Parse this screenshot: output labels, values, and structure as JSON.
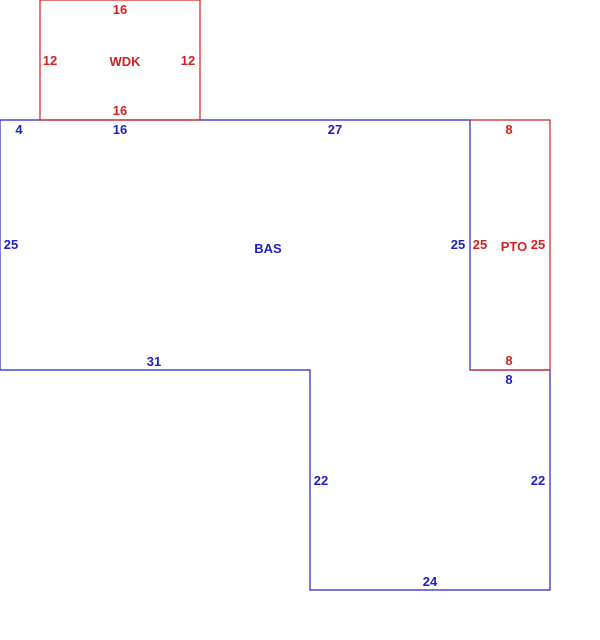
{
  "colors": {
    "base": "#2323c8",
    "addon": "#d42020",
    "background": "#ffffff"
  },
  "areas": {
    "bas": {
      "code": "BAS",
      "dims": {
        "top_left": "4",
        "top_mid": "16",
        "top_right": "27",
        "left": "25",
        "right_inner": "25",
        "mid_bottom": "31",
        "notch_left": "22",
        "notch_right": "22",
        "bottom": "24",
        "step": "8"
      }
    },
    "wdk": {
      "code": "WDK",
      "dims": {
        "top": "16",
        "left": "12",
        "right": "12",
        "bottom": "16"
      }
    },
    "pto": {
      "code": "PTO",
      "dims": {
        "top": "8",
        "left": "25",
        "right": "25",
        "bottom": "8"
      }
    }
  }
}
